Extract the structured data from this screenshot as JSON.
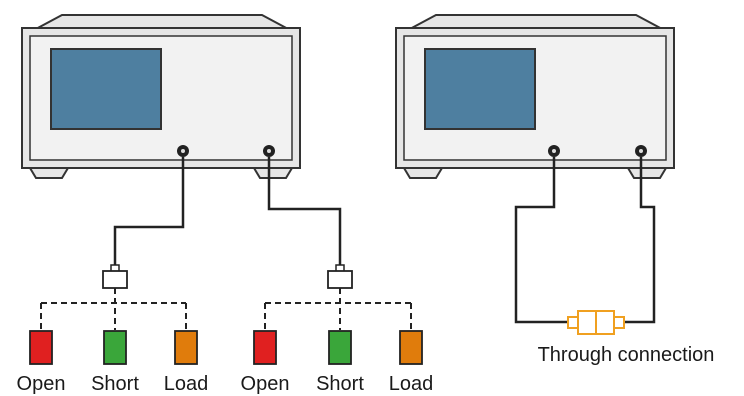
{
  "colors": {
    "instrument_body": "#e6e6e6",
    "instrument_face": "#f2f2f2",
    "screen": "#4e7fa0",
    "outline": "#333333",
    "cable": "#222222",
    "open_standard": "#e02020",
    "short_standard": "#3aa63a",
    "load_standard": "#e07c0c",
    "through_adapter": "#f0a020"
  },
  "left_setup": {
    "port1_standards": [
      {
        "label": "Open",
        "color": "#e02020"
      },
      {
        "label": "Short",
        "color": "#3aa63a"
      },
      {
        "label": "Load",
        "color": "#e07c0c"
      }
    ],
    "port2_standards": [
      {
        "label": "Open",
        "color": "#e02020"
      },
      {
        "label": "Short",
        "color": "#3aa63a"
      },
      {
        "label": "Load",
        "color": "#e07c0c"
      }
    ]
  },
  "right_setup": {
    "through_label": "Through connection"
  }
}
